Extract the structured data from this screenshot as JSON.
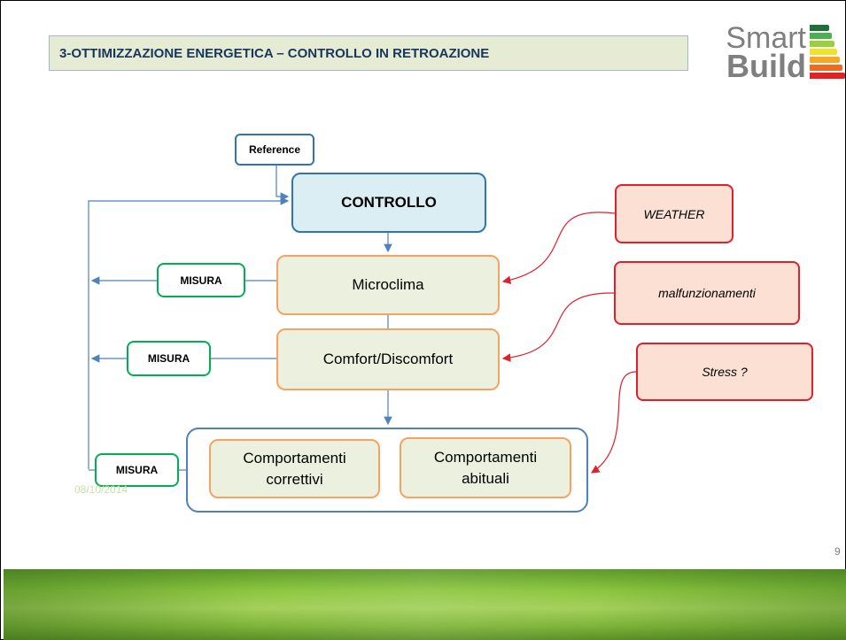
{
  "slide": {
    "title": "3-OTTIMIZZAZIONE ENERGETICA – CONTROLLO IN RETROAZIONE",
    "page_number": "9",
    "date": "08/10/2014"
  },
  "logo": {
    "line1": "Smart",
    "line2": "Build",
    "bar_colors": [
      "#1f6f3a",
      "#4caf50",
      "#9bcf3b",
      "#f2e12b",
      "#f7a823",
      "#f06a22",
      "#e02424"
    ]
  },
  "diagram": {
    "reference": "Reference",
    "controllo": "CONTROLLO",
    "microclima": "Microclima",
    "comfort": "Comfort/Discomfort",
    "comportamenti_correttivi": [
      "Comportamenti",
      "correttivi"
    ],
    "comportamenti_abituali": [
      "Comportamenti",
      "abituali"
    ],
    "misura_1": "MISURA",
    "misura_2": "MISURA",
    "misura_3": "MISURA",
    "weather": "WEATHER",
    "malfunzionamenti": "malfunzionamenti",
    "stress": "Stress ?"
  },
  "colors": {
    "title_bg": "#e6ecd4",
    "title_text": "#17365d",
    "control_fill": "#daeef3",
    "box_fill": "#ebf1de",
    "orange_border": "#f4a460",
    "green_border": "#00b050",
    "red_border": "#e0202a",
    "red_fill": "#fbe0d3",
    "line_blue": "#4f81bd"
  }
}
